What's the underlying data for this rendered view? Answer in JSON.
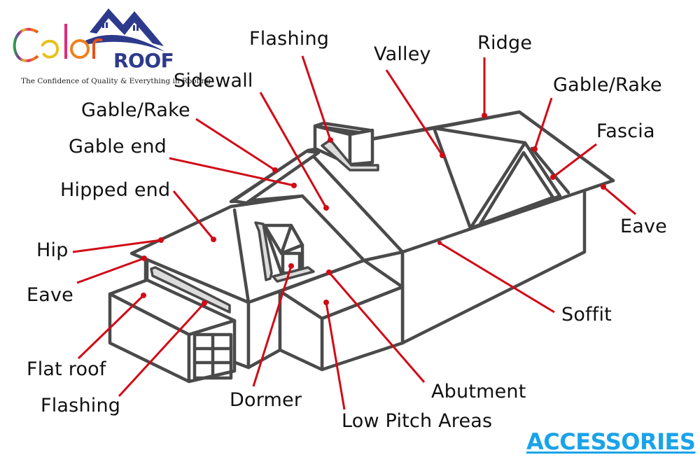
{
  "logo": {
    "brand_color_word": "Color",
    "brand_roof_word": "ROOF",
    "tagline": "The Confidence of Quality & Everything in Roofing",
    "brand_color": "#2d3a8c"
  },
  "labels": {
    "flashing_top": "Flashing",
    "valley": "Valley",
    "ridge": "Ridge",
    "sidewall": "Sidewall",
    "gable_rake_right": "Gable/Rake",
    "gable_rake_left": "Gable/Rake",
    "fascia": "Fascia",
    "gable_end": "Gable end",
    "hipped_end": "Hipped end",
    "eave_right": "Eave",
    "hip": "Hip",
    "eave_left": "Eave",
    "soffit": "Soffit",
    "flat_roof": "Flat roof",
    "flashing_bottom": "Flashing",
    "dormer": "Dormer",
    "abutment": "Abutment",
    "low_pitch_areas": "Low Pitch Areas"
  },
  "link": {
    "accessories": "ACCESSORIES",
    "color": "#1aa3e8"
  },
  "colors": {
    "leader_line": "#d10a16",
    "outline": "#4a4a4a",
    "flashing_fill": "#dcdcdc"
  }
}
